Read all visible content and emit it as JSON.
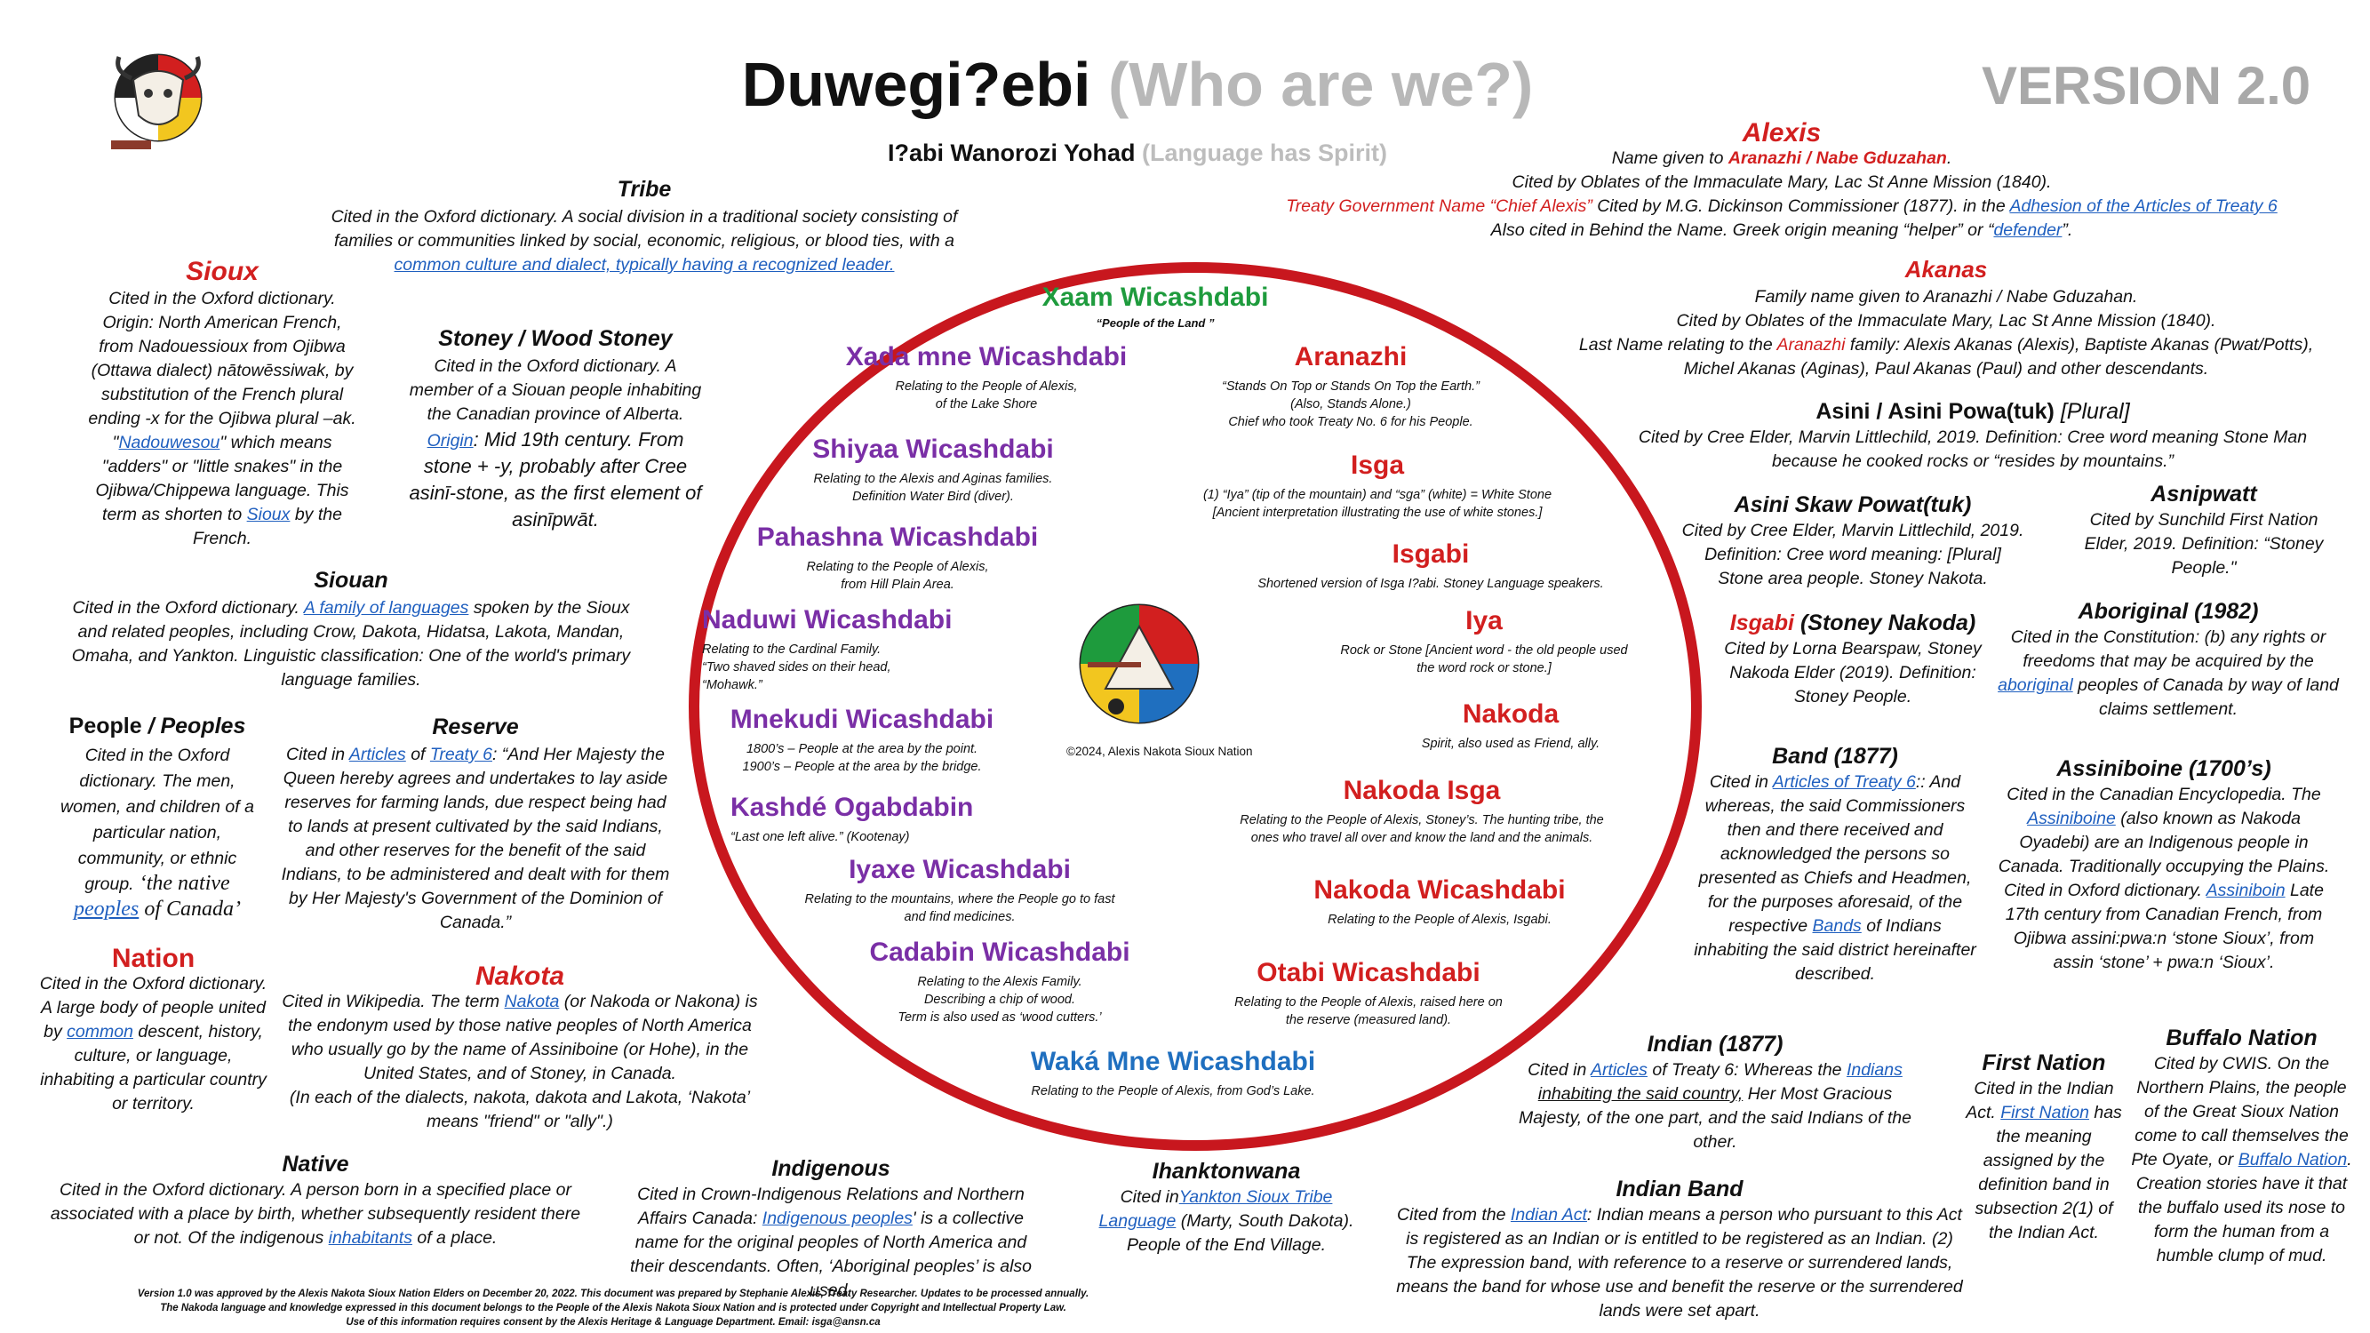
{
  "header": {
    "title_main": "Duwegi?ebi",
    "title_sub": "(Who are we?)",
    "tagline_main": "I?abi Wanorozi Yohad",
    "tagline_sub": "(Language has Spirit)",
    "version": "VERSION 2.0"
  },
  "colors": {
    "red": "#d21f1f",
    "purple": "#7a2fa6",
    "green": "#1e9b3d",
    "blue": "#1f6fbf",
    "link": "#1f5fbf",
    "gray": "#b3b3b3"
  },
  "left": {
    "tribe": {
      "title": "Tribe",
      "text1": "Cited in the Oxford dictionary. A social division in a traditional society consisting of families or communities linked by social, economic, religious, or blood ties, with a",
      "link": "common culture and dialect, typically having a recognized leader."
    },
    "sioux": {
      "title": "Sioux",
      "text1": "Cited in the Oxford dictionary. Origin: North American French, from Nadouessioux from Ojibwa (Ottawa dialect) nātowēssiwak, by substitution of the French plural ending -x for the Ojibwa plural –ak. \"",
      "link1": "Nadouwesou",
      "text2": "\" which means \"adders\" or \"little snakes\" in the Ojibwa/Chippewa language. This term as shorten to",
      "link2": "Sioux",
      "text3": "by the French."
    },
    "stoney": {
      "title": "Stoney / Wood Stoney",
      "text1": "Cited in the Oxford dictionary. A member of a Siouan people inhabiting the Canadian province of Alberta.",
      "link": "Origin",
      "text2": ": Mid 19th century. From stone + -y, probably after Cree asinī-stone, as the first element of asinīpwāt."
    },
    "siouan": {
      "title": "Siouan",
      "text1": "Cited in the Oxford dictionary.",
      "link": "A family of languages",
      "text2": "spoken by the Sioux and related peoples, including Crow, Dakota, Hidatsa, Lakota, Mandan, Omaha, and Yankton. Linguistic classification: One of the world's primary language families."
    },
    "people": {
      "title1": "People",
      "title2": "/ Peoples",
      "text1": "Cited in the Oxford dictionary. The men, women, and children of a particular nation, community, or ethnic group.",
      "quote1": "‘the native",
      "link": "peoples",
      "quote2": "of Canada’"
    },
    "reserve": {
      "title": "Reserve",
      "text1": "Cited in",
      "link1": "Articles",
      "text2": "of",
      "link2": "Treaty 6",
      "text3": ": “And Her Majesty the Queen hereby agrees and undertakes to lay aside reserves for farming lands, due respect being had to lands at present cultivated by the said Indians, and other reserves for the benefit of the said Indians, to be administered and dealt with for them by Her Majesty's Government of the Dominion of Canada.”"
    },
    "nation": {
      "title": "Nation",
      "text1": "Cited in the Oxford dictionary. A large body of people united by",
      "link": "common",
      "text2": "descent, history, culture, or language, inhabiting a particular country or territory."
    },
    "nakota": {
      "title": "Nakota",
      "text1": "Cited in Wikipedia. The term",
      "link": "Nakota",
      "text2": "(or Nakoda or Nakona) is the endonym used by those native peoples of North America who usually go by the name of Assiniboine (or Hohe), in the United States, and of Stoney, in Canada.",
      "text3": "(In each of the dialects, nakota, dakota and Lakota, ‘Nakota’ means \"friend\" or \"ally\".)"
    },
    "native": {
      "title": "Native",
      "text1": "Cited in the Oxford dictionary. A person born in a specified place or associated with a place by birth, whether subsequently resident there or not. Of the indigenous",
      "link": "inhabitants",
      "text2": "of a place."
    },
    "indigenous": {
      "title": "Indigenous",
      "text1": "Cited in Crown-Indigenous Relations and Northern Affairs Canada:",
      "link": "Indigenous peoples",
      "text2": "' is a collective name for the original peoples of North America and their descendants. Often, ‘Aboriginal peoples’ is also used."
    },
    "ihanktonwana": {
      "title": "Ihanktonwana",
      "text1": "Cited in",
      "link": "Yankton Sioux Tribe Language",
      "text2": "(Marty, South Dakota). People of the End Village."
    }
  },
  "circle": {
    "xaam": {
      "name": "Xaam Wicashdabi",
      "desc": "“People of the Land ”"
    },
    "xada": {
      "name": "Xada mne Wicashdabi",
      "desc1": "Relating to the People of Alexis,",
      "desc2": "of the Lake Shore"
    },
    "shiyaa": {
      "name": "Shiyaa Wicashdabi",
      "desc1": "Relating to the Alexis and Aginas families.",
      "desc2": "Definition Water Bird (diver)."
    },
    "pahashna": {
      "name": "Pahashna Wicashdabi",
      "desc1": "Relating to the People of Alexis,",
      "desc2": "from Hill Plain Area."
    },
    "naduwi": {
      "name": "Naduwi Wicashdabi",
      "desc1": "Relating to the Cardinal Family.",
      "desc2": "“Two shaved sides on their head,",
      "desc3": "“Mohawk.”"
    },
    "mnekudi": {
      "name": "Mnekudi Wicashdabi",
      "desc1": "1800’s – People at the area by the point.",
      "desc2": "1900’s – People at the area by the bridge."
    },
    "kashde": {
      "name": "Kashdé Ogabdabin",
      "desc": "“Last one left alive.”  (Kootenay)"
    },
    "iyaxe": {
      "name": "Iyaxe Wicashdabi",
      "desc1": "Relating to the mountains, where the People go to fast",
      "desc2": "and find medicines."
    },
    "cadabin": {
      "name": "Cadabin Wicashdabi",
      "desc1": "Relating to the Alexis Family.",
      "desc2": "Describing a chip of wood.",
      "desc3": "Term is also used as ‘wood cutters.’"
    },
    "waka": {
      "name": "Waká Mne Wicashdabi",
      "desc": "Relating to the People of Alexis,  from God’s Lake."
    },
    "aranazhi": {
      "name": "Aranazhi",
      "desc1": "“Stands On Top or Stands On Top the Earth.”",
      "desc2": "(Also, Stands Alone.)",
      "desc3": "Chief who took Treaty No. 6 for his People."
    },
    "isga": {
      "name": "Isga",
      "desc1": "(1) “Iya” (tip of the mountain) and “sga” (white) = White Stone",
      "desc2": "[Ancient interpretation illustrating the use of white stones.]"
    },
    "isgabi": {
      "name": "Isgabi",
      "desc": "Shortened version of Isga I?abi. Stoney Language speakers."
    },
    "iya": {
      "name": "Iya",
      "desc1": "Rock or Stone  [Ancient word - the old people used",
      "desc2": "the word rock or stone.]"
    },
    "nakoda": {
      "name": "Nakoda",
      "desc": "Spirit, also used as Friend, ally."
    },
    "nakoda_isga": {
      "name": "Nakoda Isga",
      "desc1": "Relating to the People of Alexis, Stoney’s. The hunting tribe, the",
      "desc2": "ones who travel all over and know the land and the animals."
    },
    "nakoda_wic": {
      "name": "Nakoda Wicashdabi",
      "desc": "Relating to the People of Alexis, Isgabi."
    },
    "otabi": {
      "name": "Otabi Wicashdabi",
      "desc1": "Relating to the People of Alexis, raised here on",
      "desc2": "the reserve (measured land)."
    },
    "copyright": "©2024, Alexis Nakota Sioux Nation"
  },
  "right": {
    "alexis": {
      "title": "Alexis",
      "l1a": "Name given to",
      "l1b": "Aranazhi / Nabe Gduzahan",
      "l1c": ".",
      "l2": "Cited by Oblates of the Immaculate Mary, Lac St Anne Mission (1840).",
      "l3a": "Treaty Government Name “Chief Alexis”",
      "l3b": "Cited by M.G. Dickinson Commissioner (1877). in the",
      "l3c": "Adhesion of the Articles of Treaty 6",
      "l4a": "Also cited in Behind the Name. Greek origin meaning “helper” or “",
      "l4b": "defender",
      "l4c": "”."
    },
    "akanas": {
      "title": "Akanas",
      "l1": "Family name given to Aranazhi / Nabe Gduzahan.",
      "l2": "Cited by Oblates of the Immaculate Mary, Lac St Anne Mission (1840).",
      "l3a": "Last Name relating to the",
      "l3b": "Aranazhi",
      "l3c": "family: Alexis Akanas (Alexis), Baptiste Akanas (Pwat/Potts),",
      "l4": "Michel Akanas (Aginas), Paul Akanas (Paul) and other descendants."
    },
    "asini": {
      "title1": "Asini   / Asini Powa(tuk)",
      "title2": "[Plural]",
      "text": "Cited by Cree Elder, Marvin Littlechild, 2019. Definition: Cree word meaning Stone Man because he cooked rocks or “resides by mountains.”"
    },
    "asiniskaw": {
      "title": "Asini Skaw Powat(tuk)",
      "text": "Cited by Cree Elder, Marvin Littlechild, 2019. Definition: Cree word meaning: [Plural] Stone area people. Stoney Nakota."
    },
    "asnipwatt": {
      "title": "Asnipwatt",
      "text": "Cited by Sunchild First Nation Elder, 2019. Definition: “Stoney People.\""
    },
    "isgabi_sn": {
      "title1": "Isgabi",
      "title2": "(Stoney Nakoda)",
      "text": "Cited by Lorna Bearspaw, Stoney Nakoda Elder (2019). Definition: Stoney People."
    },
    "aboriginal": {
      "title": "Aboriginal (1982)",
      "text1": "Cited in the Constitution: (b) any rights or freedoms that may be acquired by the",
      "link": "aboriginal",
      "text2": "peoples of Canada by way of land claims settlement."
    },
    "band": {
      "title": "Band (1877)",
      "text1": "Cited in",
      "link1": "Articles of Treaty 6",
      "text2": ":: And whereas, the said Commissioners then and there received and acknowledged the persons so presented as Chiefs and Headmen, for the purposes aforesaid, of the respective",
      "link2": "Bands",
      "text3": "of Indians inhabiting the said district hereinafter described."
    },
    "assiniboine": {
      "title": "Assiniboine (1700’s)",
      "text1": "Cited in the Canadian Encyclopedia. The",
      "link1": "Assiniboine",
      "text2": "(also known as Nakoda Oyadebi) are an Indigenous people in Canada. Traditionally occupying the Plains. Cited in Oxford dictionary.",
      "link2": "Assiniboin",
      "text3": "Late 17th century from Canadian French, from Ojibwa assini:pwa:n ‘stone Sioux’, from assin ‘stone’ + pwa:n ‘Sioux’."
    },
    "indian": {
      "title": "Indian (1877)",
      "text1": "Cited in",
      "link1": "Articles",
      "text2": "of Treaty 6: Whereas the",
      "link2": "Indians",
      "link3": "inhabiting the said country,",
      "text3": "Her Most Gracious Majesty, of the one part, and the said Indians of the other."
    },
    "indianband": {
      "title": "Indian Band",
      "text1": "Cited from the",
      "link": "Indian Act",
      "text2": ": Indian means a person who pursuant to this Act is registered as an Indian or is entitled to be registered as an Indian. (2) The expression band, with reference to a reserve or surrendered lands, means the band for whose use and benefit the reserve or the surrendered lands were set apart."
    },
    "firstnation": {
      "title": "First Nation",
      "text1": "Cited in the Indian Act.",
      "link": "First Nation",
      "text2": "has the meaning assigned by the definition band in subsection 2(1) of the Indian Act."
    },
    "buffalo": {
      "title": "Buffalo Nation",
      "text1": "Cited by CWIS. On the Northern Plains, the people of the Great Sioux Nation come to call themselves the Pte Oyate, or",
      "link": "Buffalo Nation",
      "text2": ". Creation stories have it that the buffalo used its nose to form the human from a humble clump of mud."
    }
  },
  "footer": {
    "l1": "Version 1.0 was approved by the Alexis Nakota Sioux Nation Elders on December 20, 2022.  This document was prepared by Stephanie Alexis, Treaty Researcher. Updates to be processed annually.",
    "l2": "The Nakoda language and knowledge expressed in this document belongs to the People of the Alexis Nakota Sioux Nation and is protected under Copyright and Intellectual Property Law.",
    "l3": "Use of this information requires consent by the Alexis Heritage & Language Department. Email: isga@ansn.ca"
  }
}
